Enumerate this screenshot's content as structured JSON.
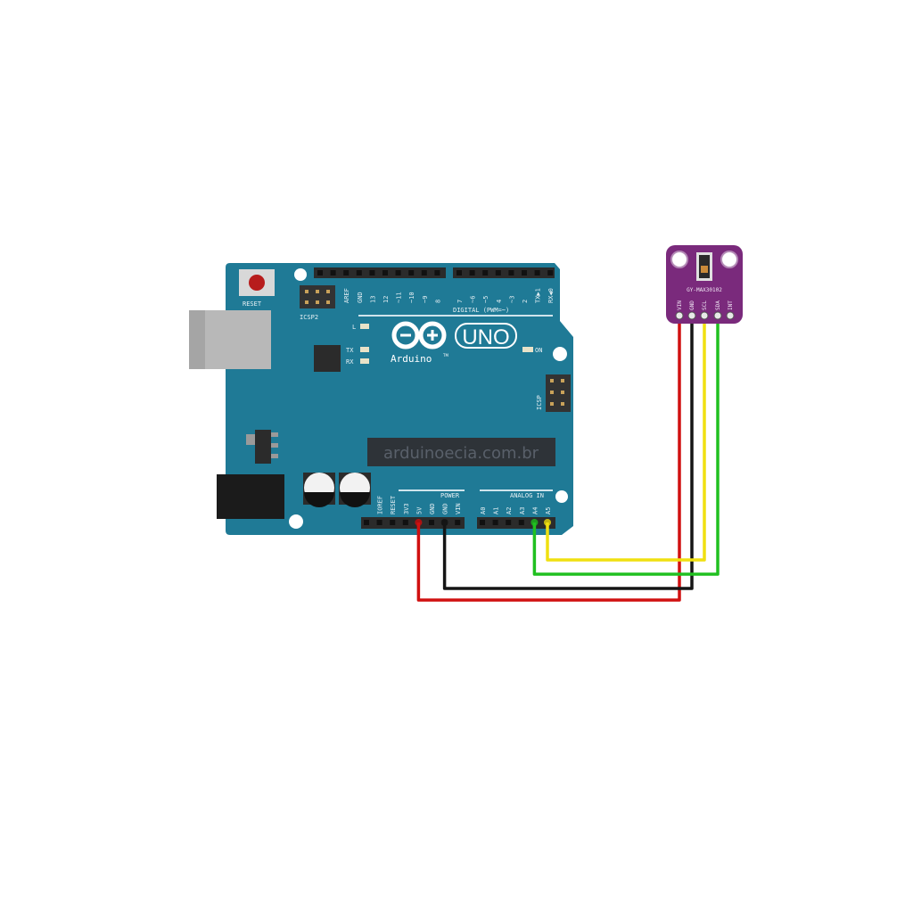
{
  "board": {
    "name": "UNO",
    "brand": "Arduino",
    "trademark": "TM",
    "reset_label": "RESET",
    "icsp2_label": "ICSP2",
    "icsp_label": "ICSP",
    "led_labels": {
      "l": "L",
      "tx": "TX",
      "rx": "RX",
      "on": "ON"
    },
    "digital_label": "DIGITAL (PWM=~)",
    "digital_pins_left": [
      "AREF",
      "GND",
      "13",
      "12",
      "~11",
      "~10",
      "~9",
      "8"
    ],
    "digital_pins_right": [
      "7",
      "~6",
      "~5",
      "4",
      "~3",
      "2",
      "TX▶1",
      "RX◀0"
    ],
    "power_label": "POWER",
    "power_pins": [
      "IOREF",
      "RESET",
      "3V3",
      "5V",
      "GND",
      "GND",
      "VIN"
    ],
    "analog_label": "ANALOG IN",
    "analog_pins": [
      "A0",
      "A1",
      "A2",
      "A3",
      "A4",
      "A5"
    ],
    "watermark": "arduinoecia.com.br",
    "color": "#1f7a96"
  },
  "sensor": {
    "name": "GY-MAX30102",
    "pins": [
      "VIN",
      "GND",
      "SCL",
      "SDA",
      "INT"
    ],
    "color": "#7a2a7c"
  },
  "wires": [
    {
      "from": "VIN",
      "to": "5V",
      "color": "#d01010"
    },
    {
      "from": "GND",
      "to": "GND",
      "color": "#151515"
    },
    {
      "from": "SCL",
      "to": "A5",
      "color": "#f0e010"
    },
    {
      "from": "SDA",
      "to": "A4",
      "color": "#20c020"
    }
  ]
}
